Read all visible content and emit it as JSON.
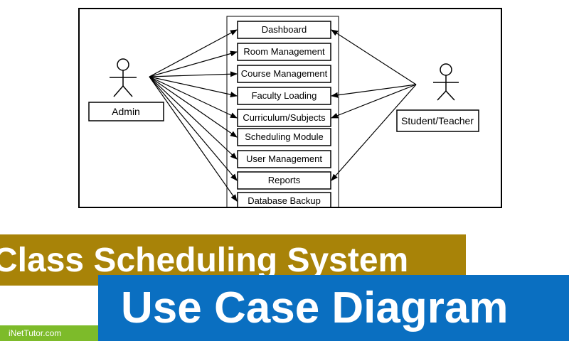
{
  "diagram": {
    "actors": [
      {
        "id": "admin",
        "name": "Admin"
      },
      {
        "id": "student_teacher",
        "name": "Student/Teacher"
      }
    ],
    "use_cases": [
      "Dashboard",
      "Room Management",
      "Course Management",
      "Faculty Loading",
      "Curriculum/Subjects",
      "Scheduling Module",
      "User Management",
      "Reports",
      "Database Backup"
    ],
    "associations": {
      "admin": [
        0,
        1,
        2,
        3,
        4,
        5,
        6,
        7,
        8
      ],
      "student_teacher": [
        0,
        3,
        4,
        7
      ]
    },
    "colors": {
      "line": "#000000",
      "box_border": "#000000"
    }
  },
  "banner": {
    "line1": "Class Scheduling System",
    "line2": "Use Case Diagram",
    "brand": "iNetTutor.com",
    "colors": {
      "line1_bg": "#a88308",
      "line2_bg": "#0a6fc1",
      "brand_bg": "#7dbb2a"
    }
  }
}
